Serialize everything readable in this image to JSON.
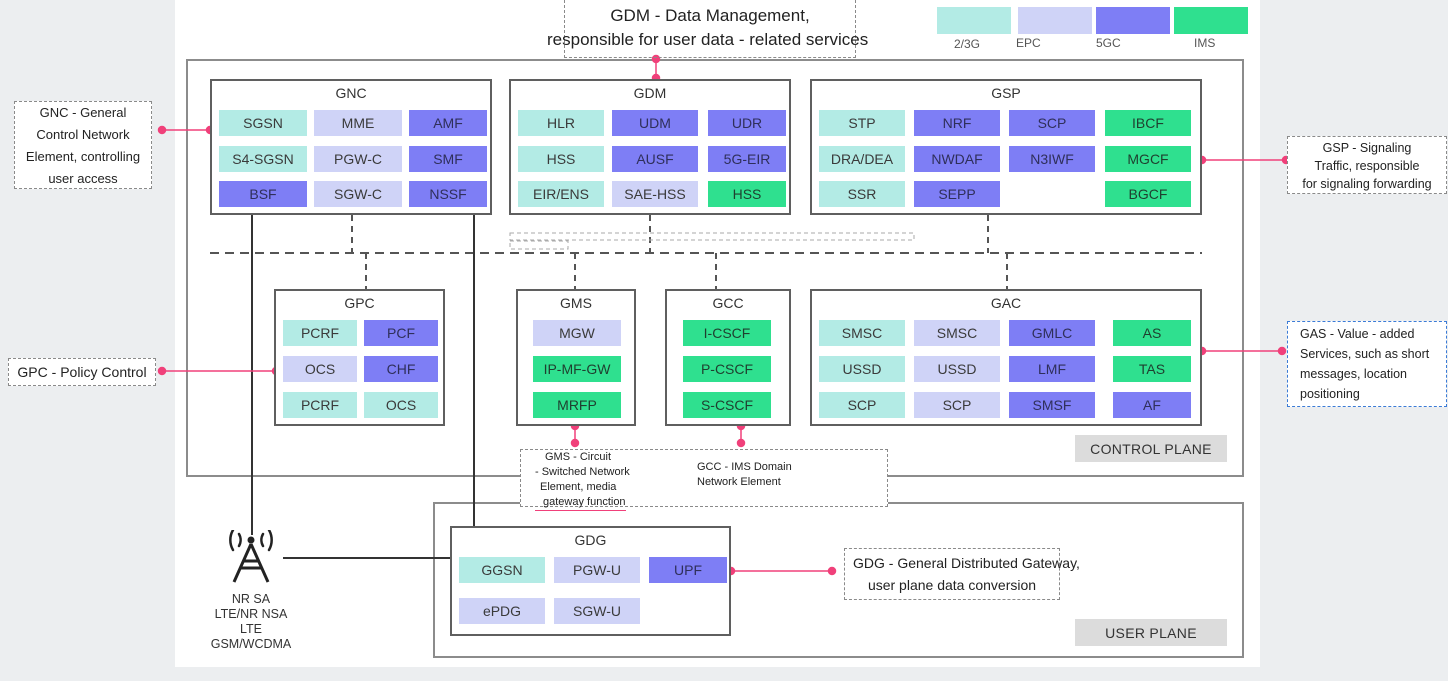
{
  "colors": {
    "tech_2_3g": "#b3ebe5",
    "tech_epc": "#cfd3f7",
    "tech_5gc": "#7e7ef5",
    "tech_ims": "#2fe08f",
    "callout_line": "#f0407a"
  },
  "legend": [
    {
      "label": "2/3G",
      "color": "#b3ebe5"
    },
    {
      "label": "EPC",
      "color": "#cfd3f7"
    },
    {
      "label": "5GC",
      "color": "#7e7ef5"
    },
    {
      "label": "IMS",
      "color": "#2fe08f"
    }
  ],
  "planes": {
    "control": "CONTROL PLANE",
    "user": "USER PLANE"
  },
  "groups": {
    "gnc": {
      "title": "GNC",
      "items": [
        "SGSN",
        "MME",
        "AMF",
        "S4-SGSN",
        "PGW-C",
        "SMF",
        "BSF",
        "SGW-C",
        "NSSF"
      ]
    },
    "gdm": {
      "title": "GDM",
      "items": [
        "HLR",
        "UDM",
        "UDR",
        "HSS",
        "AUSF",
        "5G-EIR",
        "EIR/ENS",
        "SAE-HSS",
        "HSS"
      ]
    },
    "gsp": {
      "title": "GSP",
      "items": [
        "STP",
        "NRF",
        "SCP",
        "IBCF",
        "DRA/DEA",
        "NWDAF",
        "N3IWF",
        "MGCF",
        "SSR",
        "SEPP",
        "BGCF"
      ]
    },
    "gpc": {
      "title": "GPC",
      "items": [
        "PCRF",
        "PCF",
        "OCS",
        "CHF",
        "PCRF",
        "OCS"
      ]
    },
    "gms": {
      "title": "GMS",
      "items": [
        "MGW",
        "IP-MF-GW",
        "MRFP"
      ]
    },
    "gcc": {
      "title": "GCC",
      "items": [
        "I-CSCF",
        "P-CSCF",
        "S-CSCF"
      ]
    },
    "gac": {
      "title": "GAC",
      "items": [
        "SMSC",
        "SMSC",
        "GMLC",
        "AS",
        "USSD",
        "USSD",
        "LMF",
        "TAS",
        "SCP",
        "SCP",
        "SMSF",
        "AF"
      ]
    },
    "gdg": {
      "title": "GDG",
      "items": [
        "GGSN",
        "PGW-U",
        "UPF",
        "ePDG",
        "SGW-U"
      ]
    }
  },
  "callouts": {
    "gdm": [
      "GDM - Data Management,",
      "responsible for user data - related services"
    ],
    "gnc": [
      "GNC - General",
      "Control Network",
      "Element, controlling",
      "user access"
    ],
    "gsp": [
      "GSP - Signaling",
      "Traffic, responsible",
      "for signaling forwarding"
    ],
    "gpc": [
      "GPC - Policy Control"
    ],
    "gas": [
      "GAS - Value - added",
      "Services, such as short",
      "messages, location",
      "positioning"
    ],
    "gms": [
      "GMS - Circuit",
      " - Switched Network",
      "Element, media",
      "gateway function"
    ],
    "gcc": [
      "GCC - IMS Domain",
      "Network Element"
    ],
    "gdg": [
      "GDG - General Distributed Gateway,",
      "user plane data conversion"
    ]
  },
  "access": {
    "icon": "cell-tower-icon",
    "labels": [
      "NR SA",
      "LTE/NR NSA",
      "LTE",
      "GSM/WCDMA"
    ]
  }
}
